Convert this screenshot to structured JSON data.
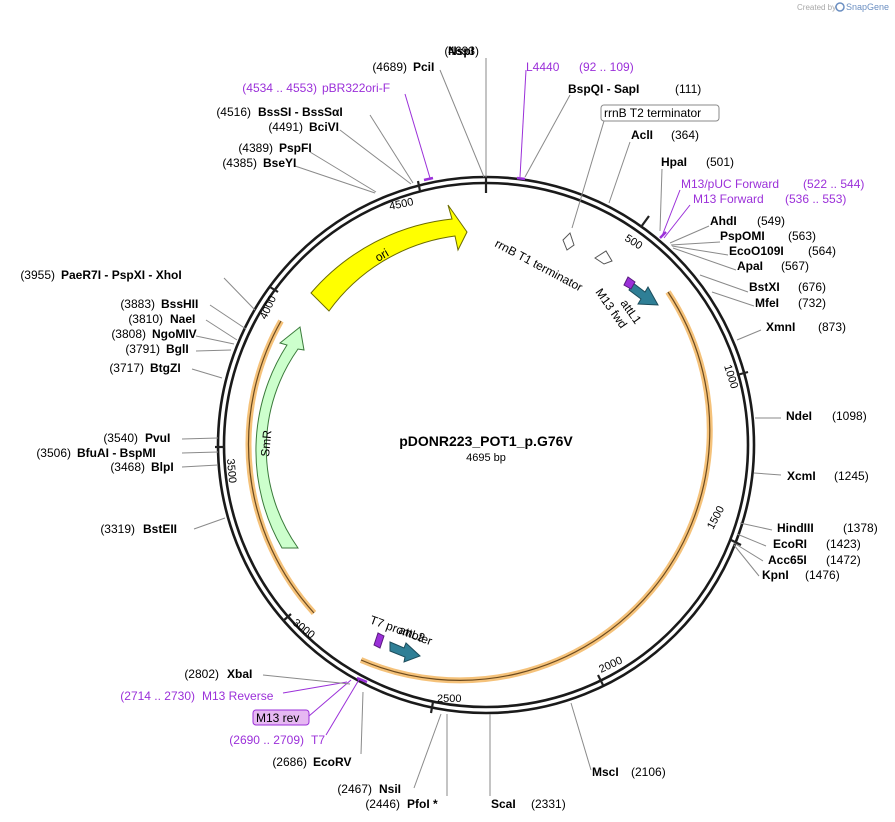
{
  "credit": {
    "prefix": "Created by",
    "brand": "SnapGene"
  },
  "plasmid": {
    "name": "pDONR223_POT1_p.G76V",
    "length": "4695 bp"
  },
  "ticks": [
    "500",
    "1000",
    "1500",
    "2000",
    "2500",
    "3000",
    "3500",
    "4000",
    "4500"
  ],
  "features": {
    "ori": "ori",
    "smr": "SmR",
    "attl1": "attL1",
    "attl2": "attL2",
    "m13fwd": "M13 fwd",
    "t7promoter": "T7 promoter",
    "rrnbt1": "rrnB T1 terminator",
    "rrnbt2": "rrnB T2 terminator",
    "m13rev": "M13 rev"
  },
  "sites": {
    "nspi": {
      "name": "NspI",
      "pos": "(4693)"
    },
    "pcii": {
      "name": "PciI",
      "pos": "(4689)"
    },
    "bssi": {
      "name": "BssSI  - BssSαI",
      "pos": "(4516)"
    },
    "bcivi": {
      "name": "BciVI",
      "pos": "(4491)"
    },
    "pspfi": {
      "name": "PspFI",
      "pos": "(4389)"
    },
    "bseyi": {
      "name": "BseYI",
      "pos": "(4385)"
    },
    "paer7i": {
      "name": "PaeR7I  - PspXI  - XhoI",
      "pos": "(3955)"
    },
    "psshii": {
      "name": "BssHII",
      "pos": "(3883)"
    },
    "naei": {
      "name": "NaeI",
      "pos": "(3810)"
    },
    "ngomiv": {
      "name": "NgoMIV",
      "pos": "(3808)"
    },
    "bgli": {
      "name": "BglI",
      "pos": "(3791)"
    },
    "btgzi": {
      "name": "BtgZI",
      "pos": "(3717)"
    },
    "pvui": {
      "name": "PvuI",
      "pos": "(3540)"
    },
    "bfuai": {
      "name": "BfuAI  - BspMI",
      "pos": "(3506)"
    },
    "blpi": {
      "name": "BlpI",
      "pos": "(3468)"
    },
    "bsteii": {
      "name": "BstEII",
      "pos": "(3319)"
    },
    "xbai": {
      "name": "XbaI",
      "pos": "(2802)"
    },
    "ecorv": {
      "name": "EcoRV",
      "pos": "(2686)"
    },
    "nsii": {
      "name": "NsiI",
      "pos": "(2467)"
    },
    "pfoi": {
      "name": "PfoI *",
      "pos": "(2446)"
    },
    "scai": {
      "name": "ScaI",
      "pos": "(2331)"
    },
    "msci": {
      "name": "MscI",
      "pos": "(2106)"
    },
    "bspqi": {
      "name": "BspQI  - SapI",
      "pos": "(111)"
    },
    "acli": {
      "name": "AclI",
      "pos": "(364)"
    },
    "hpai": {
      "name": "HpaI",
      "pos": "(501)"
    },
    "ahdi": {
      "name": "AhdI",
      "pos": "(549)"
    },
    "pspomi": {
      "name": "PspOMI",
      "pos": "(563)"
    },
    "eco0109i": {
      "name": "EcoO109I",
      "pos": "(564)"
    },
    "apai": {
      "name": "ApaI",
      "pos": "(567)"
    },
    "bstxi": {
      "name": "BstXI",
      "pos": "(676)"
    },
    "mfei": {
      "name": "MfeI",
      "pos": "(732)"
    },
    "xmni": {
      "name": "XmnI",
      "pos": "(873)"
    },
    "ndei": {
      "name": "NdeI",
      "pos": "(1098)"
    },
    "xcmi": {
      "name": "XcmI",
      "pos": "(1245)"
    },
    "hindiii": {
      "name": "HindIII",
      "pos": "(1378)"
    },
    "ecori": {
      "name": "EcoRI",
      "pos": "(1423)"
    },
    "acc65i": {
      "name": "Acc65I",
      "pos": "(1472)"
    },
    "kpni": {
      "name": "KpnI",
      "pos": "(1476)"
    }
  },
  "primers": {
    "pbr322": {
      "name": "pBR322ori-F",
      "range": "(4534 .. 4553)"
    },
    "l4440": {
      "name": "L4440",
      "range": "(92 .. 109)"
    },
    "m13puc": {
      "name": "M13/pUC Forward",
      "range": "(522 .. 544)"
    },
    "m13f": {
      "name": "M13 Forward",
      "range": "(536 .. 553)"
    },
    "m13r": {
      "name": "M13 Reverse",
      "range": "(2714 .. 2730)"
    },
    "t7": {
      "name": "T7",
      "range": "(2690 .. 2709)"
    }
  },
  "colors": {
    "backbone": "#1a1a1a",
    "ori": "#ffff00",
    "smr": "#ccffcc",
    "att": "#2f7f96",
    "orf": "#f5c27a",
    "primer": "#9b30d9",
    "m13rev_fill": "#e6b8f2"
  }
}
